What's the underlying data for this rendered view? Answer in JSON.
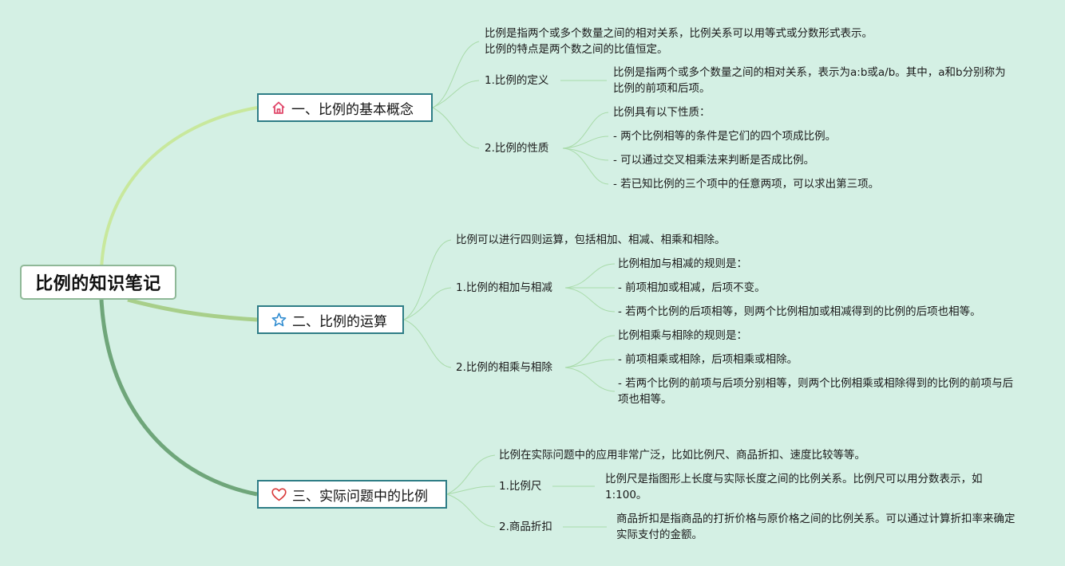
{
  "root": {
    "label": "比例的知识笔记"
  },
  "topics": [
    {
      "label": "一、比例的基本概念",
      "icon": "house-icon",
      "icon_color": "#e0476a",
      "summary": "比例是指两个或多个数量之间的相对关系，比例关系可以用等式或分数形式表示。比例的特点是两个数之间的比值恒定。",
      "subs": [
        {
          "label": "1.比例的定义",
          "leaves": [
            "比例是指两个或多个数量之间的相对关系，表示为a:b或a/b。其中，a和b分别称为比例的前项和后项。"
          ]
        },
        {
          "label": "2.比例的性质",
          "leaves": [
            "比例具有以下性质：",
            "- 两个比例相等的条件是它们的四个项成比例。",
            "- 可以通过交叉相乘法来判断是否成比例。",
            "- 若已知比例的三个项中的任意两项，可以求出第三项。"
          ]
        }
      ]
    },
    {
      "label": "二、比例的运算",
      "icon": "star-icon",
      "icon_color": "#2e8bd0",
      "summary": "比例可以进行四则运算，包括相加、相减、相乘和相除。",
      "subs": [
        {
          "label": "1.比例的相加与相减",
          "leaves": [
            "比例相加与相减的规则是：",
            "- 前项相加或相减，后项不变。",
            "- 若两个比例的后项相等，则两个比例相加或相减得到的比例的后项也相等。"
          ]
        },
        {
          "label": "2.比例的相乘与相除",
          "leaves": [
            "比例相乘与相除的规则是：",
            "- 前项相乘或相除，后项相乘或相除。",
            "- 若两个比例的前项与后项分别相等，则两个比例相乘或相除得到的比例的前项与后项也相等。"
          ]
        }
      ]
    },
    {
      "label": "三、实际问题中的比例",
      "icon": "heart-icon",
      "icon_color": "#d93a3a",
      "summary": "比例在实际问题中的应用非常广泛，比如比例尺、商品折扣、速度比较等等。",
      "subs": [
        {
          "label": "1.比例尺",
          "leaves": [
            "比例尺是指图形上长度与实际长度之间的比例关系。比例尺可以用分数表示，如1:100。"
          ]
        },
        {
          "label": "2.商品折扣",
          "leaves": [
            "商品折扣是指商品的打折价格与原价格之间的比例关系。可以通过计算折扣率来确定实际支付的金额。"
          ]
        }
      ]
    }
  ],
  "colors": {
    "background": "#d4f0e4",
    "topic_border": "#2e7d86",
    "branch_light": "#c8e89c",
    "branch_mid": "#a8cf8a",
    "branch_dark": "#6fa67a",
    "thin_line": "#a9dbaa"
  }
}
